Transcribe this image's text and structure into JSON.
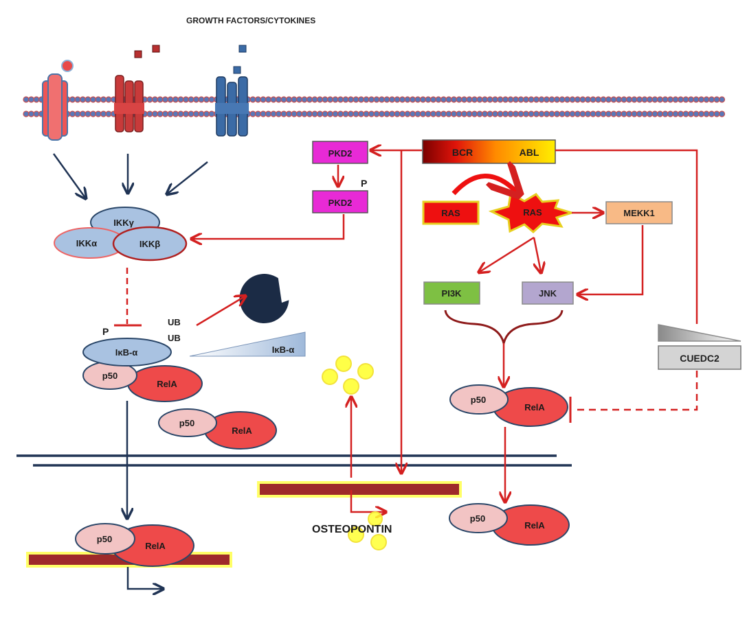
{
  "title": "GROWTH FACTORS/CYTOKINES",
  "colors": {
    "arrow_red": "#d42020",
    "arrow_navy": "#1f3354",
    "ellipse_blue": "#a9c2e1",
    "ellipse_red": "#ee4a4a",
    "ellipse_pink": "#f2c4c4",
    "box_magenta": "#e82ad6",
    "box_green": "#7ec043",
    "box_lavender": "#b3a6cf",
    "box_peach": "#f8ba86",
    "dna_bar": "#9e2a2a",
    "osteopontin": "#ffff33"
  },
  "ikk": {
    "gamma": "IKKγ",
    "alpha": "IKKα",
    "beta": "IKKβ"
  },
  "ikb": {
    "label": "IκB-α",
    "gradient_label": "IκB-α",
    "phospho": "P",
    "ub_top": "UB",
    "ub_bottom": "UB"
  },
  "dimer": {
    "p50": "p50",
    "rela": "RelA"
  },
  "pkd2": {
    "top": "PKD2",
    "bottom": "PKD2",
    "phospho": "P"
  },
  "bcr_abl": {
    "bcr": "BCR",
    "abl": "ABL"
  },
  "ras": {
    "inactive": "RAS",
    "active": "RAS"
  },
  "mekk1": "MEKK1",
  "pi3k": "PI3K",
  "jnk": "JNK",
  "cuedc2": "CUEDC2",
  "osteopontin": "OSTEOPONTIN"
}
